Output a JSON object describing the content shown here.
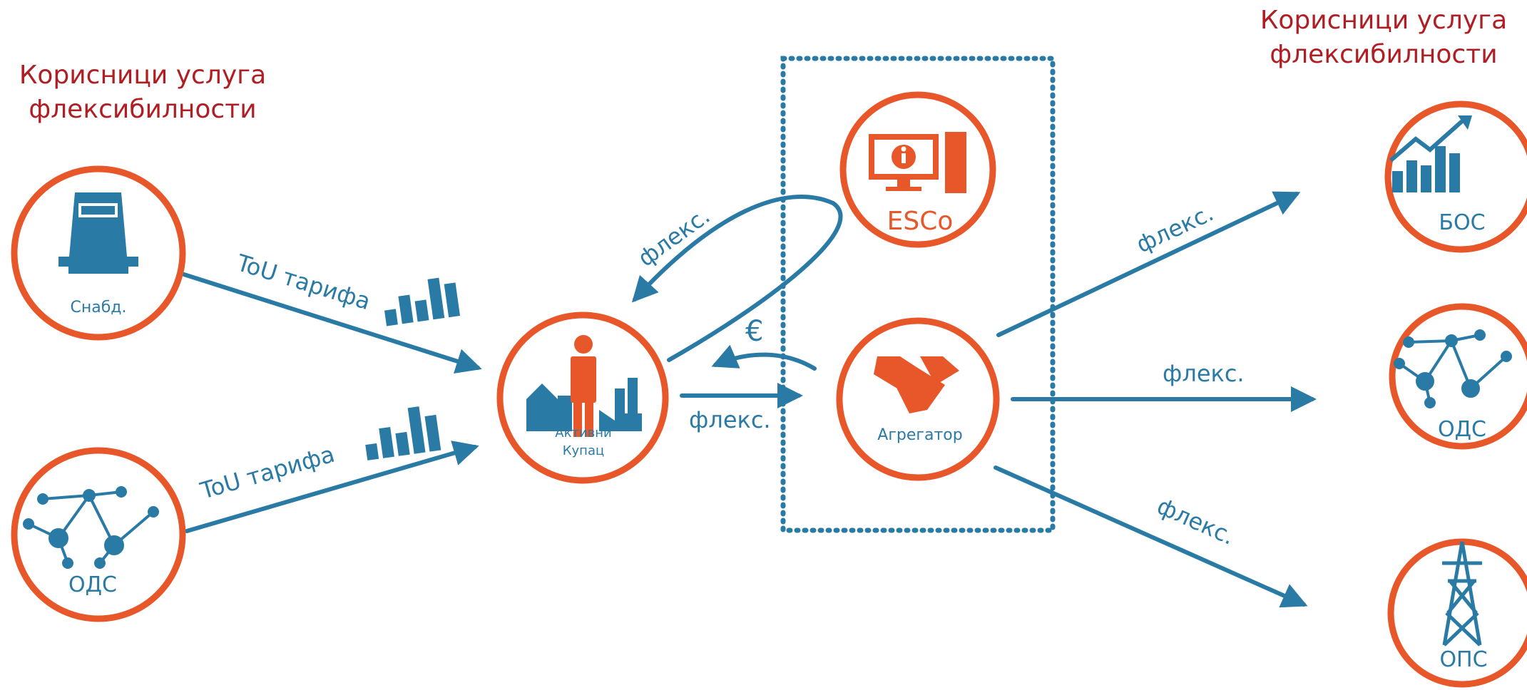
{
  "headings": {
    "left": [
      "Корисници услуга",
      "флексибилности"
    ],
    "right": [
      "Корисници услуга",
      "флексибилности"
    ]
  },
  "nodes": {
    "supplier": "Снабд.",
    "dso_left": "ОДС",
    "active_customer": [
      "Активни",
      "Купац"
    ],
    "esco": "ESCo",
    "aggregator": "Агрегатор",
    "brp": "БОС",
    "dso_right": "ОДС",
    "tso": "ОПС"
  },
  "edges": {
    "supplier_to_customer": "ToU тарифа",
    "dso_to_customer": "ToU тарифа",
    "esco_to_customer": "флекс.",
    "euro": "€",
    "customer_to_aggregator": "флекс.",
    "aggregator_to_brp": "флекс.",
    "aggregator_to_dso": "флекс.",
    "aggregator_to_tso": "флекс."
  },
  "colors": {
    "orange": "#e8572a",
    "blue": "#2a7aa6",
    "red_text": "#b01e23"
  }
}
